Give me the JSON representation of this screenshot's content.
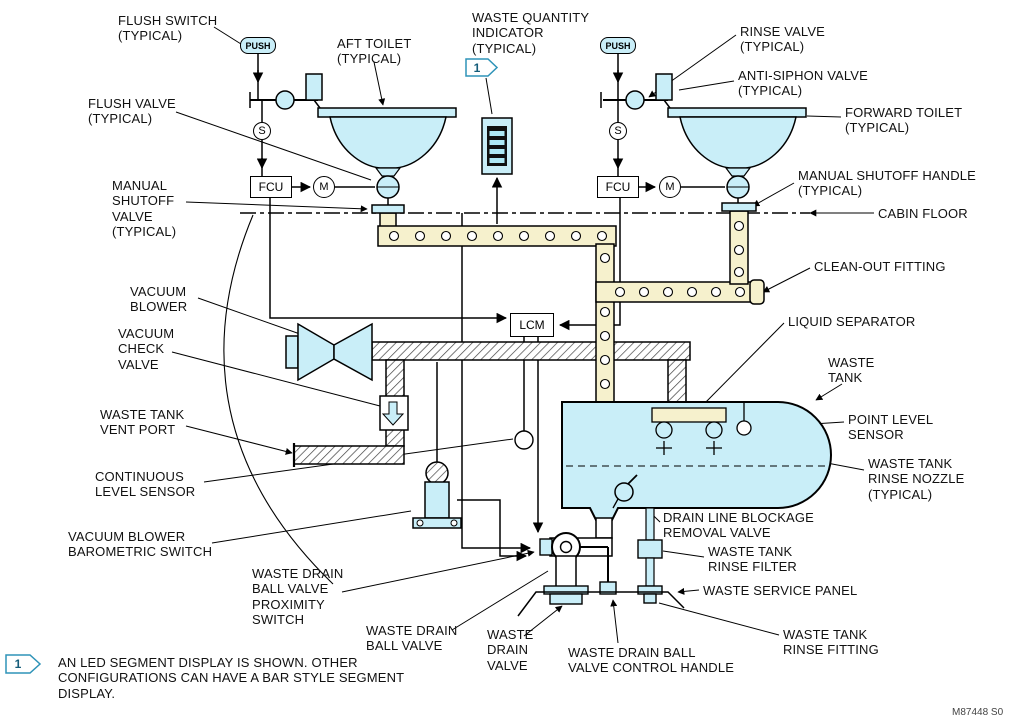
{
  "meta": {
    "doc_number": "M87448 S0"
  },
  "colors": {
    "component_fill": "#c9eef8",
    "pipe_fill": "#f6f1cd",
    "line": "#000000",
    "flag_outline": "#2e93b8",
    "display_segment": "#aee8f5"
  },
  "components": {
    "push": "PUSH",
    "fcu": "FCU",
    "lcm": "LCM",
    "s": "S",
    "m": "M",
    "flag": "1"
  },
  "labels": {
    "flush_switch": "FLUSH SWITCH\n(TYPICAL)",
    "aft_toilet": "AFT TOILET\n(TYPICAL)",
    "waste_quantity_indicator": "WASTE QUANTITY\nINDICATOR\n(TYPICAL)",
    "rinse_valve": "RINSE VALVE\n(TYPICAL)",
    "anti_siphon_valve": "ANTI-SIPHON VALVE\n(TYPICAL)",
    "flush_valve": "FLUSH VALVE\n(TYPICAL)",
    "forward_toilet": "FORWARD TOILET\n(TYPICAL)",
    "manual_shutoff_valve": "MANUAL\nSHUTOFF\nVALVE\n(TYPICAL)",
    "manual_shutoff_handle": "MANUAL SHUTOFF HANDLE\n(TYPICAL)",
    "cabin_floor": "CABIN FLOOR",
    "clean_out_fitting": "CLEAN-OUT FITTING",
    "vacuum_blower": "VACUUM\nBLOWER",
    "vacuum_check_valve": "VACUUM\nCHECK\nVALVE",
    "liquid_separator": "LIQUID SEPARATOR",
    "waste_tank": "WASTE\nTANK",
    "waste_tank_vent_port": "WASTE TANK\nVENT PORT",
    "point_level_sensor": "POINT LEVEL\nSENSOR",
    "continuous_level_sensor": "CONTINUOUS\nLEVEL SENSOR",
    "waste_tank_rinse_nozzle": "WASTE TANK\nRINSE NOZZLE\n(TYPICAL)",
    "vacuum_blower_barometric_switch": "VACUUM BLOWER\nBAROMETRIC SWITCH",
    "drain_line_blockage_removal_valve": "DRAIN LINE BLOCKAGE\nREMOVAL VALVE",
    "waste_tank_rinse_filter": "WASTE TANK\nRINSE FILTER",
    "waste_drain_ball_valve_proximity_switch": "WASTE DRAIN\nBALL VALVE\nPROXIMITY\nSWITCH",
    "waste_service_panel": "WASTE SERVICE PANEL",
    "waste_drain_ball_valve": "WASTE DRAIN\nBALL VALVE",
    "waste_drain_valve": "WASTE\nDRAIN\nVALVE",
    "waste_drain_ball_valve_control_handle": "WASTE DRAIN BALL\nVALVE CONTROL HANDLE",
    "waste_tank_rinse_fitting": "WASTE TANK\nRINSE FITTING"
  },
  "note": {
    "flag": "1",
    "text": "AN LED SEGMENT DISPLAY IS SHOWN. OTHER\nCONFIGURATIONS CAN HAVE A BAR STYLE SEGMENT\nDISPLAY."
  }
}
